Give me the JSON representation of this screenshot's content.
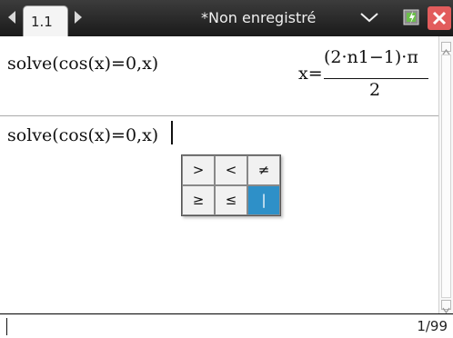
{
  "header": {
    "tab_label": "1.1",
    "document_title": "*Non enregistré",
    "icons": [
      "nav-left-icon",
      "nav-right-icon",
      "chevron-down-icon",
      "battery-icon",
      "close-icon"
    ]
  },
  "history": [
    {
      "input": "solve(cos(x)=0,x)",
      "result": {
        "lhs": "x=",
        "numerator": "(2·n1−1)·π",
        "denominator": "2"
      }
    }
  ],
  "entry_line": {
    "value": "solve(cos(x)=0,x)"
  },
  "operator_palette": {
    "rows": [
      [
        ">",
        "<",
        "≠"
      ],
      [
        "≥",
        "≤",
        "|"
      ]
    ],
    "selected": "|"
  },
  "status_bar": {
    "history_count": "1/99"
  },
  "colors": {
    "titlebar": "#2a2a2a",
    "selected_cell": "#2e90c8",
    "close": "#e25c5c"
  }
}
